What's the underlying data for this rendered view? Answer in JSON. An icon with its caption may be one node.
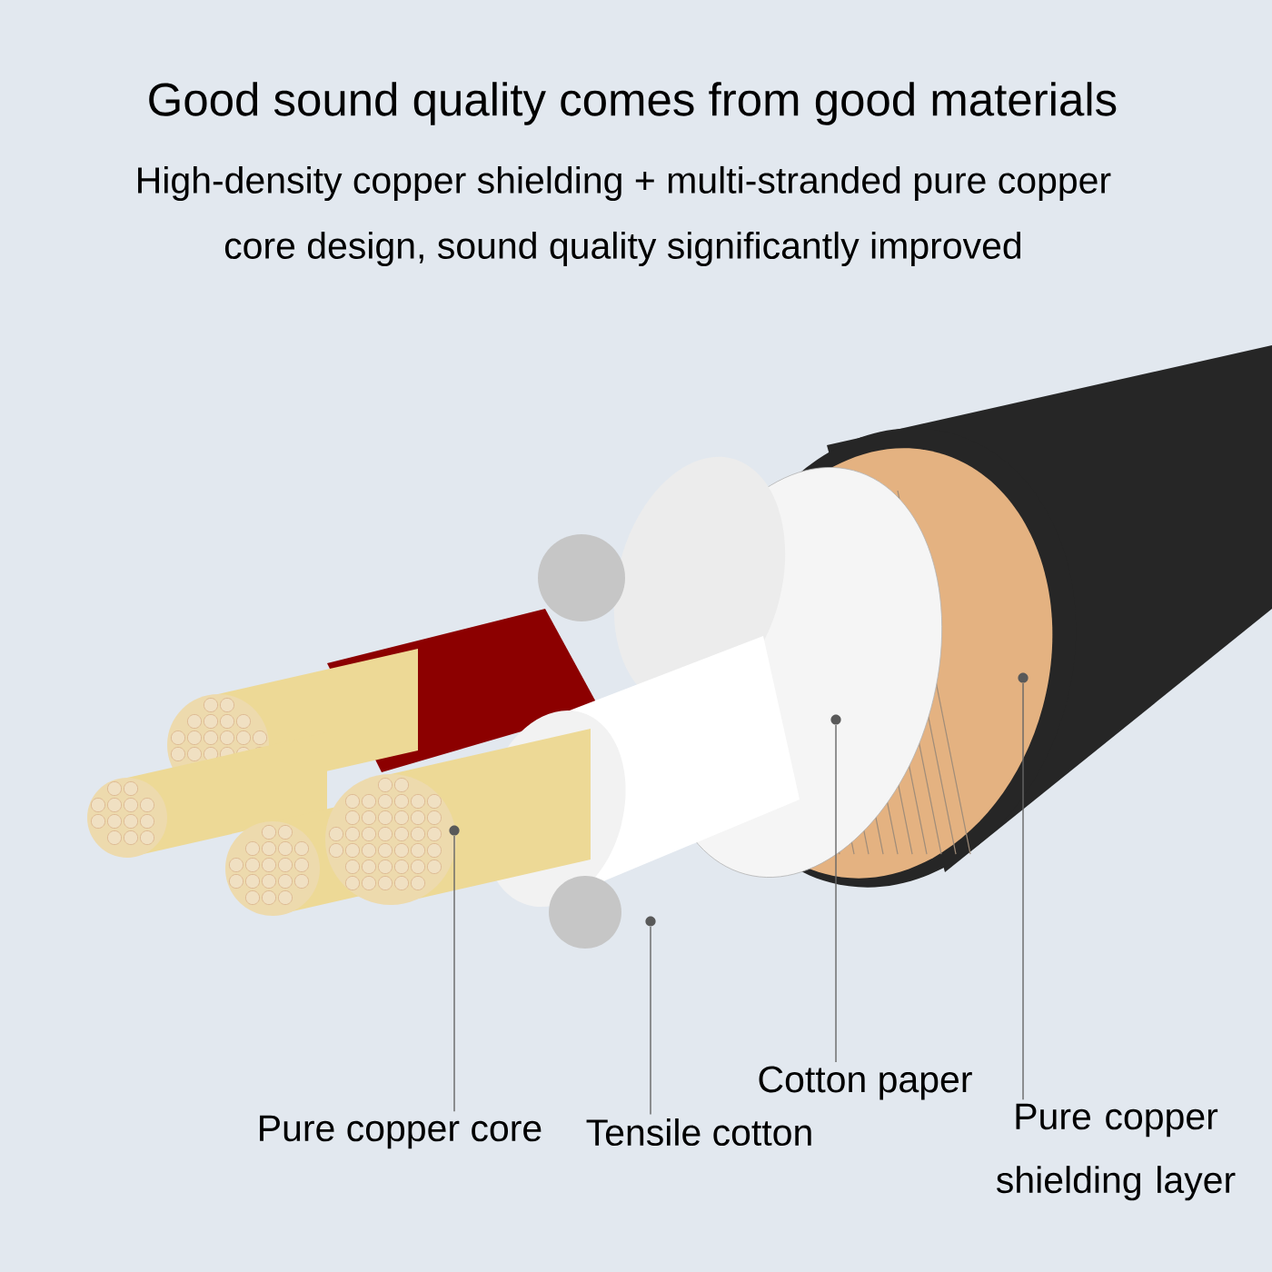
{
  "diagram": {
    "title": "Good sound quality comes from good materials",
    "nodes": [
      {
        "text": [
          "Pure copper core"
        ]
      },
      {
        "text": [
          "Tensile cotton"
        ]
      },
      {
        "text": [
          "Cotton paper"
        ]
      },
      {
        "text": [
          "Pure copper shielding layer"
        ]
      },
      {
        "text": [],
        "shape": "circle"
      },
      {
        "text": [],
        "shape": "circle"
      },
      {
        "text": [],
        "shape": "circle"
      },
      {
        "text": [],
        "shape": "circle"
      }
    ],
    "edges": [
      {
        "from": 0,
        "to": 4,
        "arrow": "none"
      },
      {
        "from": 1,
        "to": 5,
        "arrow": "none"
      },
      {
        "from": 2,
        "to": 6,
        "arrow": "none"
      },
      {
        "from": 3,
        "to": 7,
        "arrow": "none"
      }
    ],
    "labels": [
      "High-density copper shielding + multi-stranded pure copper core design, sound quality significantly improved"
    ]
  }
}
